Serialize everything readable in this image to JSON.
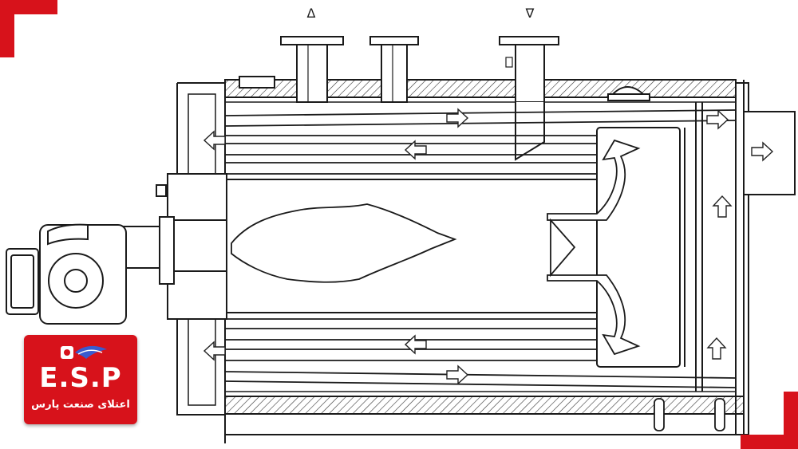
{
  "diagram": {
    "subject": "three-pass fire-tube boiler cross-section with burner",
    "inlet_symbols": [
      "Δ",
      "∇"
    ],
    "line_color": "#1a1a1a",
    "flow_arrow_color": "#ffffff",
    "hatch_color": "#333333"
  },
  "branding": {
    "accent_color": "#d7121b",
    "logo_letters": "E.S.P",
    "logo_tagline": "اعتلای صنعت پارس",
    "logo_icon": "boiler-flame-mark-icon"
  }
}
